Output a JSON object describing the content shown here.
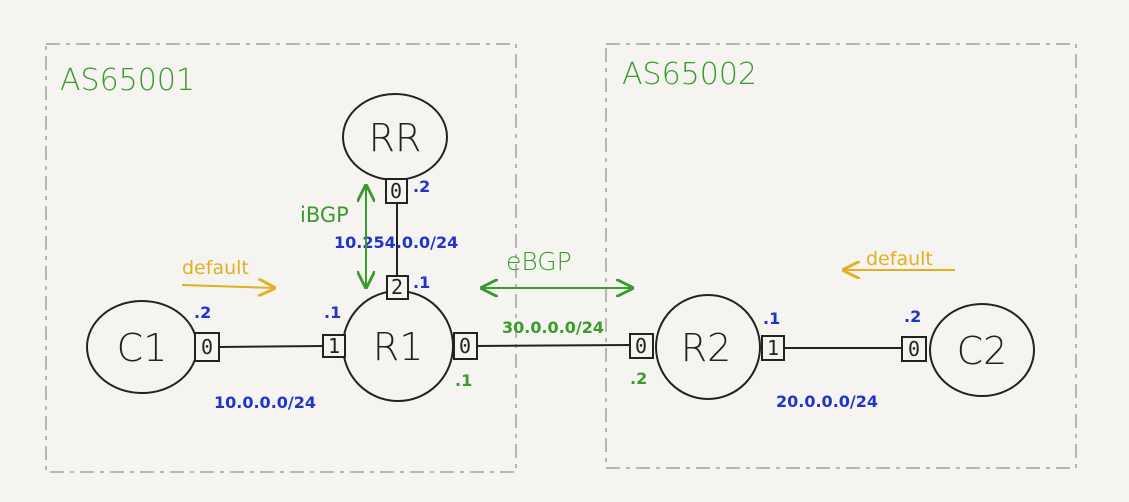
{
  "colors": {
    "ink": "#222222",
    "green": "#3a9a2e",
    "blue": "#2233cc",
    "yellow": "#e0b020",
    "border": "#b5b5b5"
  },
  "as_boxes": [
    {
      "label": "AS65001"
    },
    {
      "label": "AS65002"
    }
  ],
  "nodes": [
    {
      "id": "rr",
      "label": "RR"
    },
    {
      "id": "r1",
      "label": "R1"
    },
    {
      "id": "c1",
      "label": "C1"
    },
    {
      "id": "r2",
      "label": "R2"
    },
    {
      "id": "c2",
      "label": "C2"
    }
  ],
  "ports": [
    {
      "label": "0"
    },
    {
      "label": "2"
    },
    {
      "label": "0"
    },
    {
      "label": "1"
    },
    {
      "label": "0"
    },
    {
      "label": "0"
    },
    {
      "label": "1"
    },
    {
      "label": "0"
    }
  ],
  "host_addrs": [
    {
      "text": ".2",
      "color": "blue"
    },
    {
      "text": ".1",
      "color": "blue"
    },
    {
      "text": ".2",
      "color": "blue"
    },
    {
      "text": ".1",
      "color": "blue"
    },
    {
      "text": ".1",
      "color": "green"
    },
    {
      "text": ".2",
      "color": "green"
    },
    {
      "text": ".1",
      "color": "blue"
    },
    {
      "text": ".2",
      "color": "blue"
    }
  ],
  "networks": [
    {
      "text": "10.254.0.0/24",
      "color": "blue"
    },
    {
      "text": "10.0.0.0/24",
      "color": "blue"
    },
    {
      "text": "30.0.0.0/24",
      "color": "green"
    },
    {
      "text": "20.0.0.0/24",
      "color": "blue"
    }
  ],
  "protocols": {
    "ibgp": "iBGP",
    "ebgp": "eBGP"
  },
  "defaults": [
    {
      "text": "default"
    },
    {
      "text": "default"
    }
  ]
}
